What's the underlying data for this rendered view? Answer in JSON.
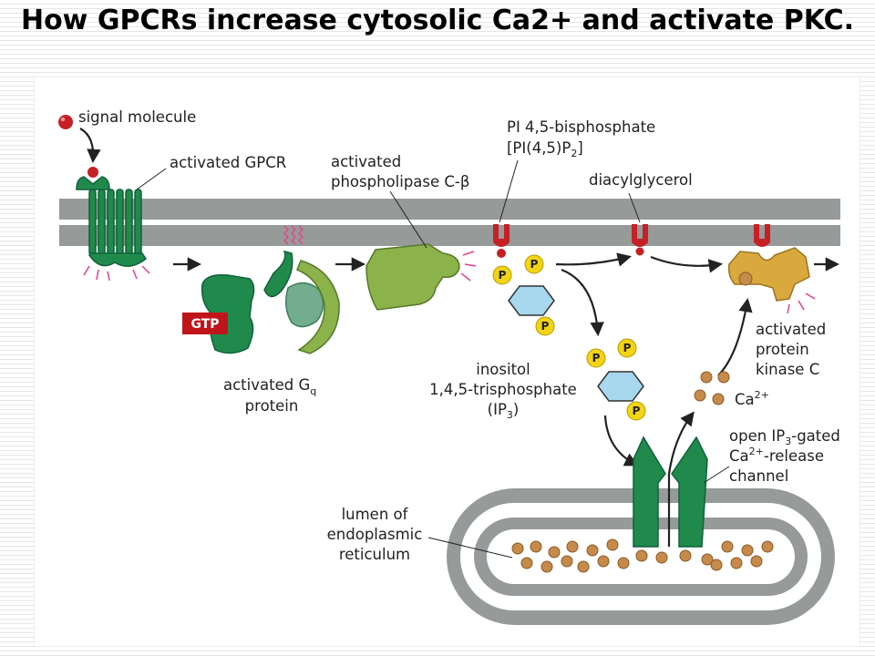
{
  "title": "How GPCRs increase cytosolic Ca2+ and activate PKC.",
  "labels": {
    "signal_molecule": "signal molecule",
    "activated_gpcr": "activated GPCR",
    "plc_line1": "activated",
    "plc_line2": "phospholipase C-β",
    "pip2_line1": "PI 4,5-bisphosphate",
    "pip2_line2_main": "[PI(4,5)P",
    "pip2_line2_sub": "2",
    "pip2_line2_end": "]",
    "dag": "diacylglycerol",
    "gtp": "GTP",
    "gq_line1_main": "activated G",
    "gq_line1_sub": "q",
    "gq_line2": "protein",
    "ip3_line1": "inositol",
    "ip3_line2": "1,4,5-trisphosphate",
    "ip3_line3_main": "(IP",
    "ip3_line3_sub": "3",
    "ip3_line3_end": ")",
    "pkc_line1": "activated",
    "pkc_line2": "protein",
    "pkc_line3": "kinase C",
    "ca_main": "Ca",
    "ca_sup": "2+",
    "channel_line1_main": "open IP",
    "channel_line1_sub": "3",
    "channel_line1_end": "-gated",
    "channel_line2_main": "Ca",
    "channel_line2_sup": "2+",
    "channel_line2_end": "-release",
    "channel_line3": "channel",
    "er_line1": "lumen of",
    "er_line2": "endoplasmic",
    "er_line3": "reticulum",
    "phosphate": "P"
  },
  "colors": {
    "membrane": "#969a98",
    "receptor_green": "#1f8a4c",
    "light_green": "#8cb34a",
    "pale_green": "#72ad8d",
    "red_lipid": "#c62026",
    "ca_ion": "#c68a4a",
    "phosphate": "#f2d414",
    "ring": "#a8d8ef",
    "pkc": "#d9a93e",
    "gtp_badge": "#c0141b",
    "pink": "#ec3d8c"
  }
}
